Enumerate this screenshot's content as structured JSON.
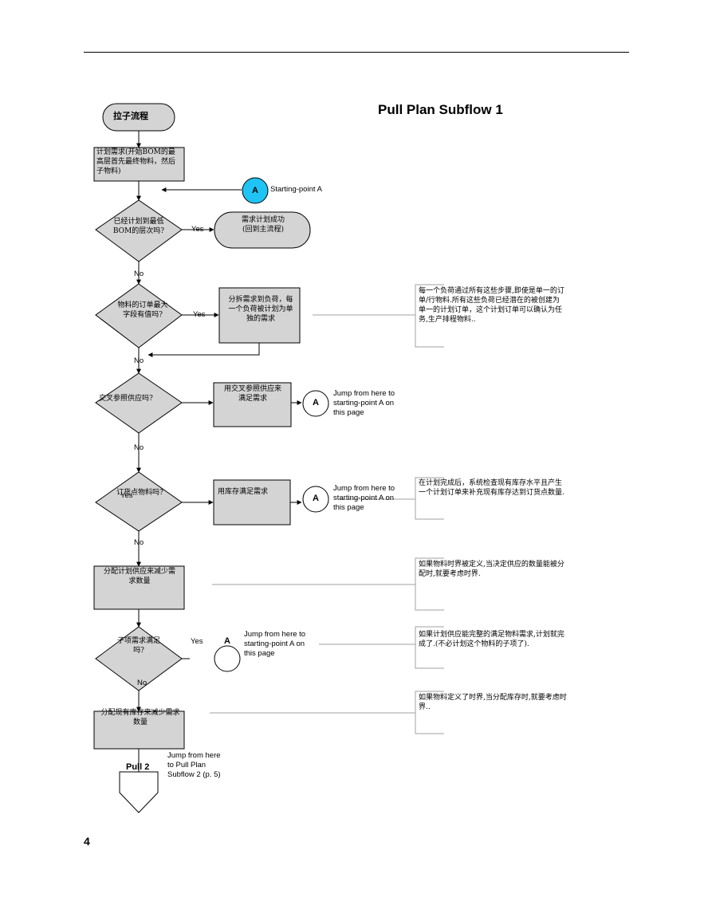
{
  "page": {
    "title": "Pull Plan Subflow 1",
    "page_number": "4"
  },
  "colors": {
    "node_fill": "#d4d4d4",
    "connector_fill": "#20c4f4",
    "line": "#000000",
    "note_line": "#a0a0a0"
  },
  "nodes": {
    "start": "拉子流程",
    "plan_demand": "计划需求(开始BOM的最\n高层首先最终物料，然后\n子物料)",
    "connector_a": "A",
    "starting_point_a": "Starting-point A",
    "q_lowest_bom": "已经计划到最低\nBOM的层次吗?",
    "yes1": "Yes",
    "success": "需求计划成功\n(回到主流程)",
    "no1": "No",
    "q_max_order": "物料的订单最大\n字段有值吗?",
    "yes2": "Yes",
    "split_demand": "分拆需求到负荷，每\n一个负荷被计划为单\n独的需求",
    "no2": "No",
    "q_cross_ref": "交叉参照供应吗?",
    "cross_ref_demand": "用交叉参照供应来\n满足需求",
    "jump_a1_label": "A",
    "jump_a1": "Jump from here to\nstarting-point A on\nthis page",
    "no3": "No",
    "q_reorder": "订货点物料吗?",
    "yes3": "Yes",
    "inventory_demand": "用库存满足需求",
    "jump_a2_label": "A",
    "jump_a2": "Jump from here to\nstarting-point A on\nthis page",
    "no4": "No",
    "allocate_supply": "分配计划供应来减少需\n求数量",
    "q_child_demand": "子项需求满足\n吗?",
    "yes4": "Yes",
    "jump_a3_label": "A",
    "jump_a3": "Jump from here to\nstarting-point A on\nthis page",
    "no5": "No",
    "allocate_stock": "分配现有库存来减少需求\n数量",
    "pull2": "Pull 2",
    "jump_pull2": "Jump from here\nto Pull Plan\nSubflow 2 (p. 5)"
  },
  "notes": {
    "note_split": "每一个负荷通过所有这些步骤,即使是单一的订\n单/行物料.所有这些负荷已经潜在的被创建为\n单一的计划订单，这个计划订单可以确认为任\n务,生产排程物料..",
    "note_reorder": "在计划完成后，系统检查现有库存水平且产生\n一个计划订单来补充现有库存达到订货点数量.",
    "note_time_fence": "如果物料时界被定义,当决定供应的数量能被分\n配时,就要考虑时界.",
    "note_child": "如果计划供应能完整的满足物料需求,计划就完\n成了.(不必计划这个物料的子项了).",
    "note_stock_fence": "如果物料定义了时界,当分配库存时,就要考虑时\n界.."
  }
}
